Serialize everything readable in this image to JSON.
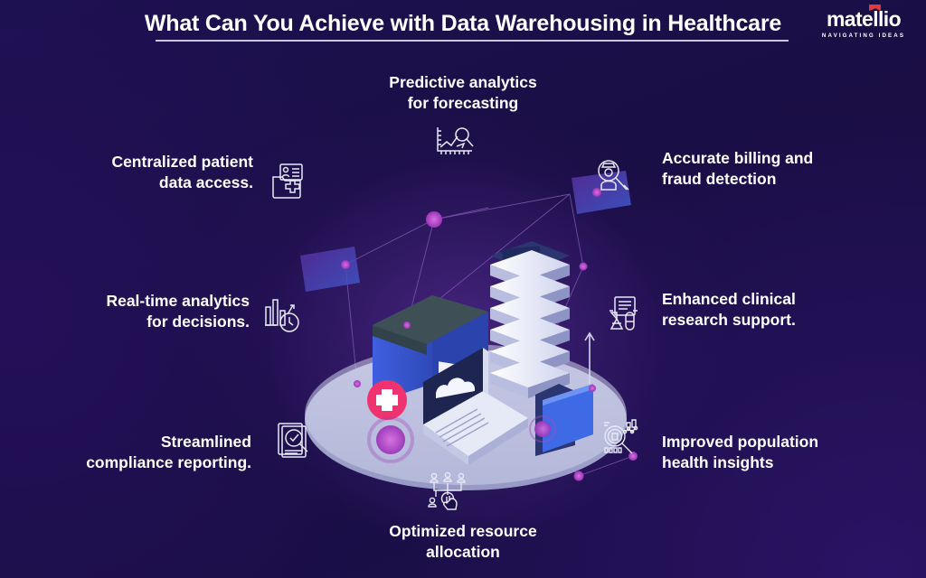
{
  "header": {
    "title": "What Can You Achieve with Data Warehousing in Healthcare",
    "logo_word": "matellio",
    "logo_tagline": "NAVIGATING IDEAS"
  },
  "colors": {
    "background": "#1b0f4a",
    "text": "#ffffff",
    "rule": "#c9c6dd",
    "logo_accent": "#e03a3a",
    "node_magenta": "#b845c8",
    "warehouse_blue": "#3a5bd9",
    "warehouse_roof": "#3e4f55",
    "cross_badge": "#f0326e",
    "platform": "#b9bede"
  },
  "benefits": [
    {
      "id": "predictive-analytics",
      "text": "Predictive analytics\nfor forecasting",
      "line1": "Predictive analytics",
      "line2": "for forecasting",
      "icon": "forecast-chart-magnifier-icon",
      "position": "top"
    },
    {
      "id": "centralized-patient-data",
      "text": "Centralized patient\ndata access.",
      "line1": "Centralized patient",
      "line2": "data access.",
      "icon": "patient-record-folder-icon",
      "position": "left-top"
    },
    {
      "id": "accurate-billing",
      "text": "Accurate billing and\nfraud detection",
      "line1": "Accurate billing and",
      "line2": "fraud detection",
      "icon": "fraud-detection-magnifier-icon",
      "position": "right-top"
    },
    {
      "id": "realtime-analytics",
      "text": "Real-time analytics\nfor decisions.",
      "line1": "Real-time analytics",
      "line2": "for decisions.",
      "icon": "bar-chart-clock-icon",
      "position": "left-middle"
    },
    {
      "id": "clinical-research",
      "text": "Enhanced clinical\nresearch support.",
      "line1": "Enhanced clinical",
      "line2": "research support.",
      "icon": "lab-flask-clipboard-icon",
      "position": "right-middle"
    },
    {
      "id": "compliance-reporting",
      "text": "Streamlined\ncompliance reporting.",
      "line1": "Streamlined",
      "line2": "compliance reporting.",
      "icon": "document-audit-magnifier-icon",
      "position": "left-bottom"
    },
    {
      "id": "population-health",
      "text": "Improved population\nhealth insights",
      "line1": "Improved population",
      "line2": "health insights",
      "icon": "population-analytics-icon",
      "position": "right-bottom"
    },
    {
      "id": "resource-allocation",
      "text": "Optimized resource\nallocation",
      "line1": "Optimized resource",
      "line2": "allocation",
      "icon": "resource-network-hand-icon",
      "position": "bottom"
    }
  ],
  "illustration": {
    "name": "data-warehouse-isometric-illustration",
    "elements": [
      "warehouse-building",
      "server-rack-stack",
      "laptop-with-cloud",
      "medical-cross-badge",
      "blue-folder",
      "isometric-platform",
      "network-nodes",
      "floating-cards"
    ]
  }
}
